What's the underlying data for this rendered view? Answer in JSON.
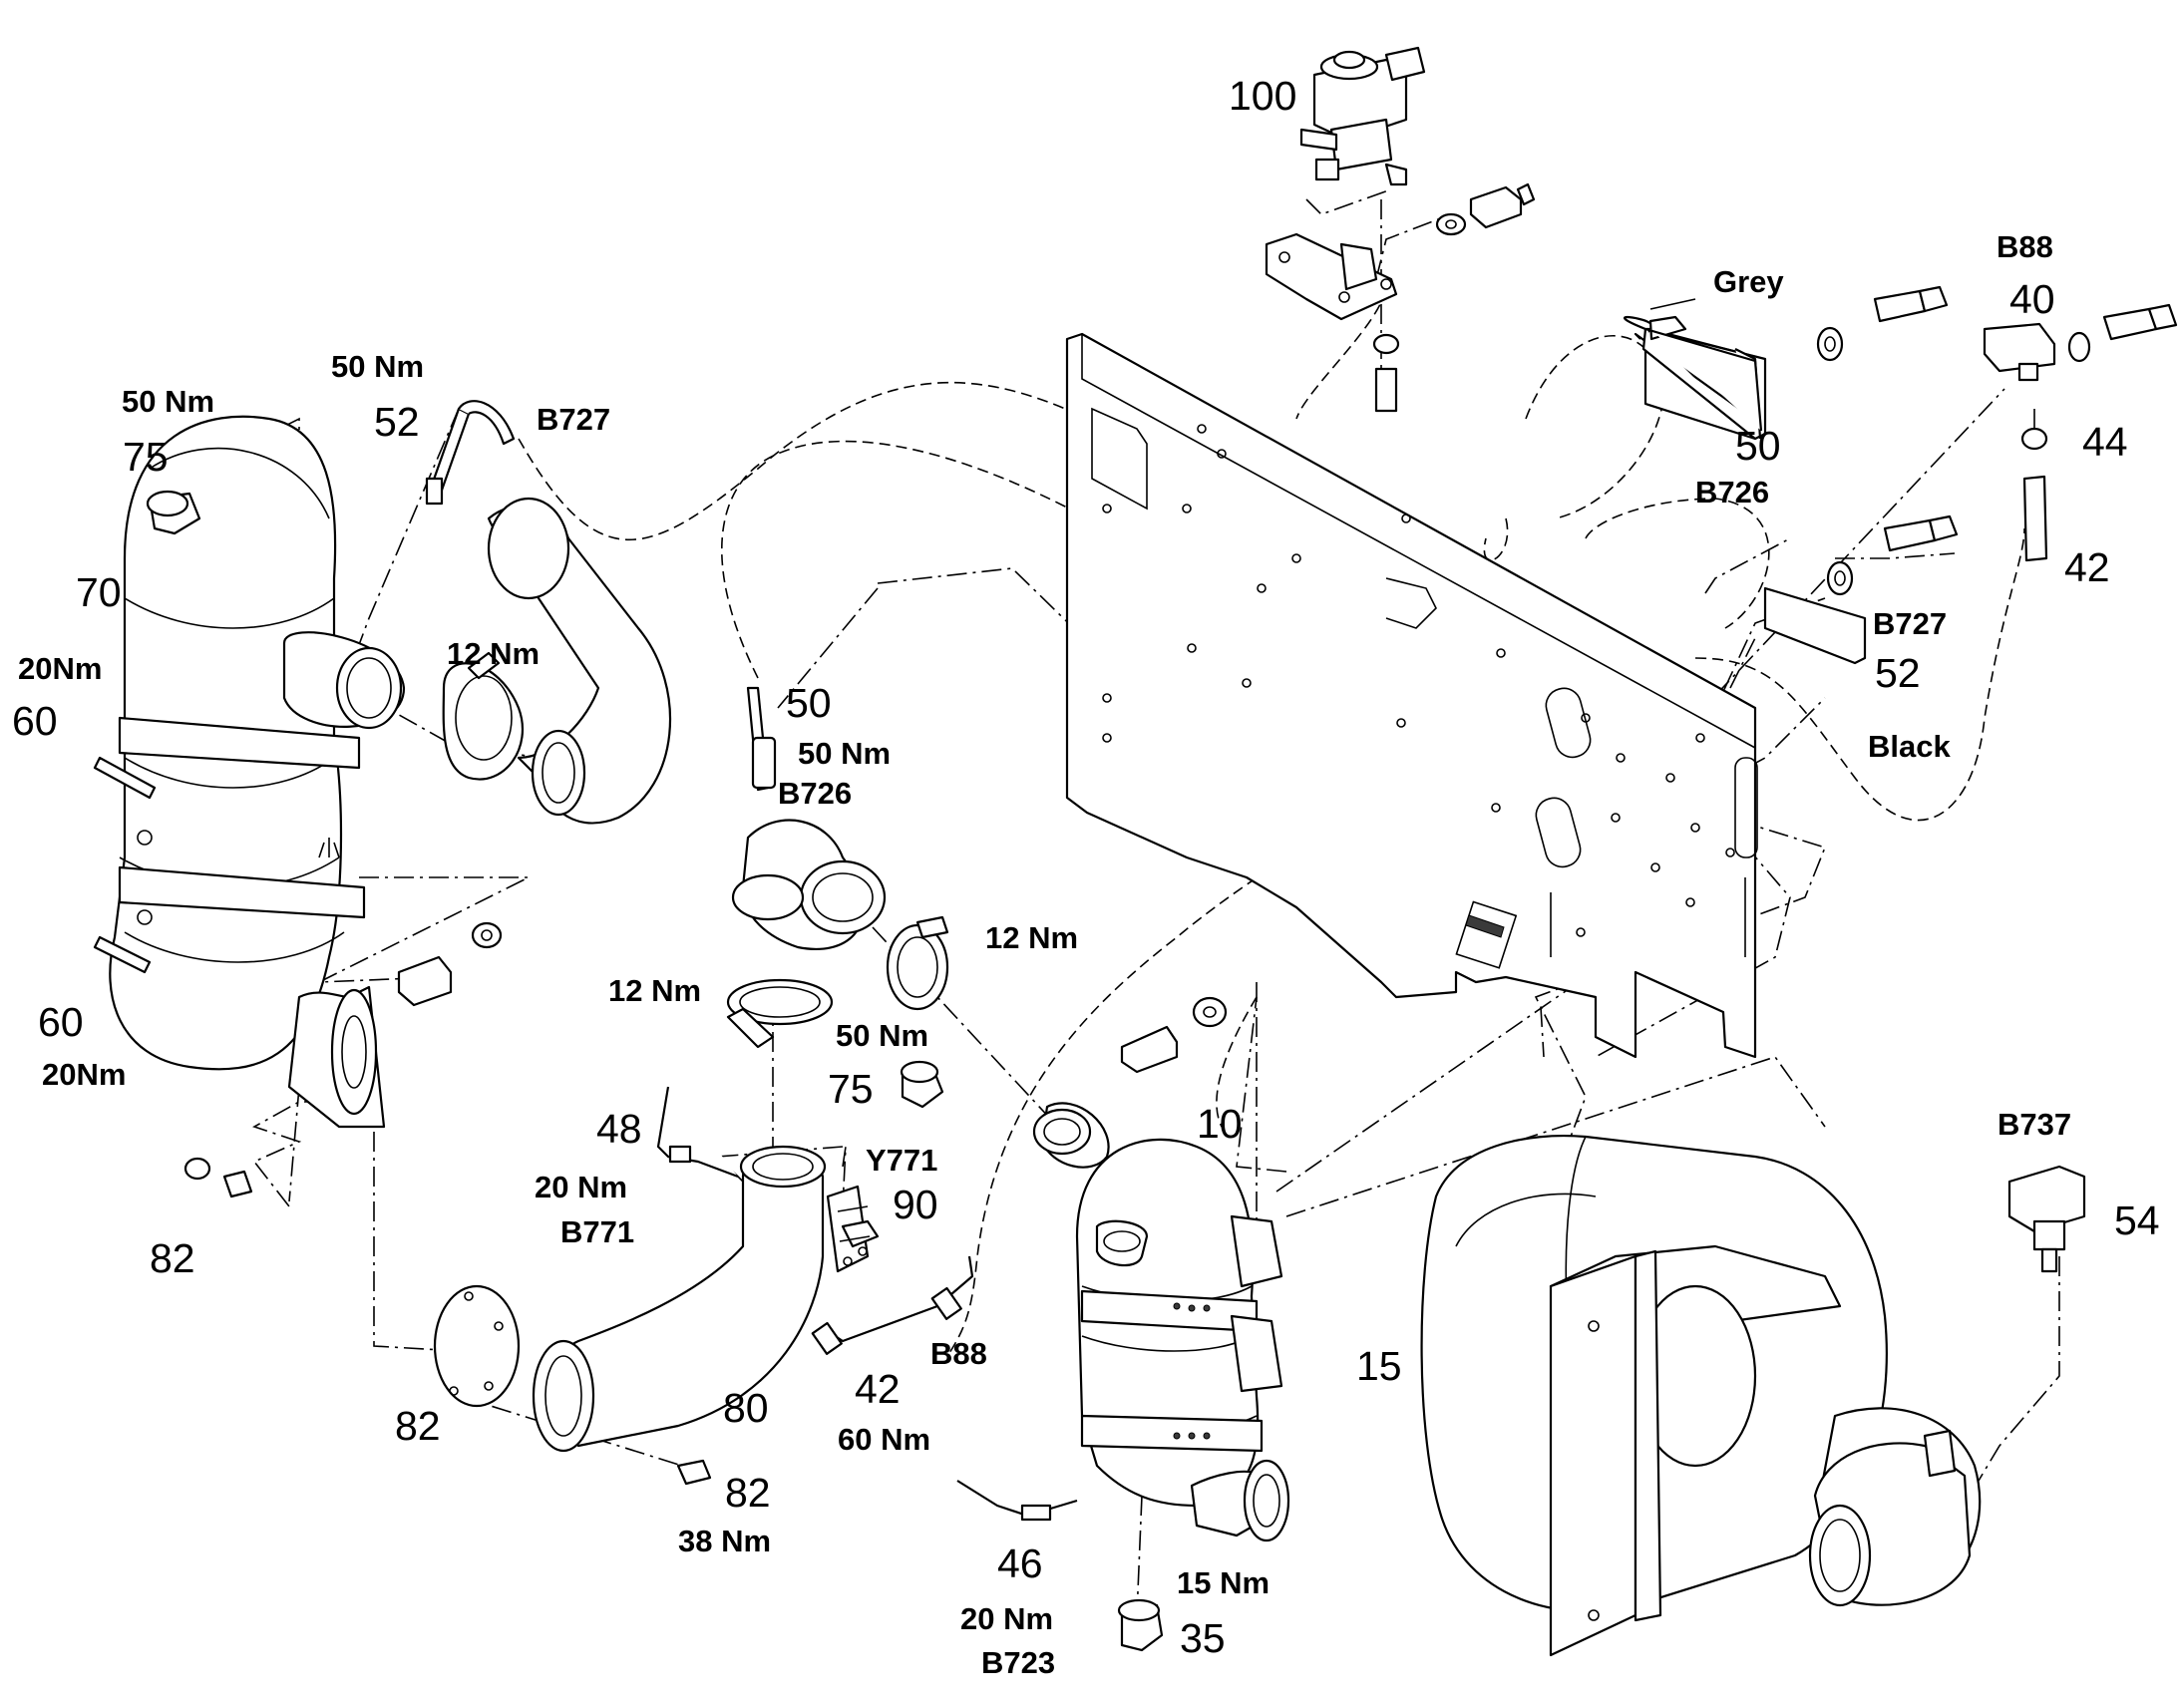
{
  "labels": {
    "n100": "100",
    "n75a": "75",
    "t75a": "50 Nm",
    "n52a": "52",
    "t52a": "50 Nm",
    "c52a": "B727",
    "n70": "70",
    "n60a": "60",
    "t60a": "20Nm",
    "n60b": "60",
    "t60b": "20Nm",
    "t12a": "12 Nm",
    "n50m": "50",
    "t50m": "50 Nm",
    "c50m": "B726",
    "t12b": "12 Nm",
    "t12c": "12 Nm",
    "t50b": "50 Nm",
    "n75b": "75",
    "n48": "48",
    "t48": "20 Nm",
    "c48": "B771",
    "cY771": "Y771",
    "n90": "90",
    "n82a": "82",
    "n82b": "82",
    "n82c": "82",
    "t82c": "38 Nm",
    "n80": "80",
    "n42b": "42",
    "t42b": "60 Nm",
    "cB88b": "B88",
    "n10": "10",
    "n15": "15",
    "n46": "46",
    "t46": "20 Nm",
    "c46": "B723",
    "t35": "15 Nm",
    "n35": "35",
    "grey": "Grey",
    "n50r": "50",
    "c50r": "B726",
    "cB88": "B88",
    "n40": "40",
    "n44": "44",
    "n42a": "42",
    "c52r": "B727",
    "n52r": "52",
    "black": "Black",
    "cB737": "B737",
    "n54": "54"
  }
}
